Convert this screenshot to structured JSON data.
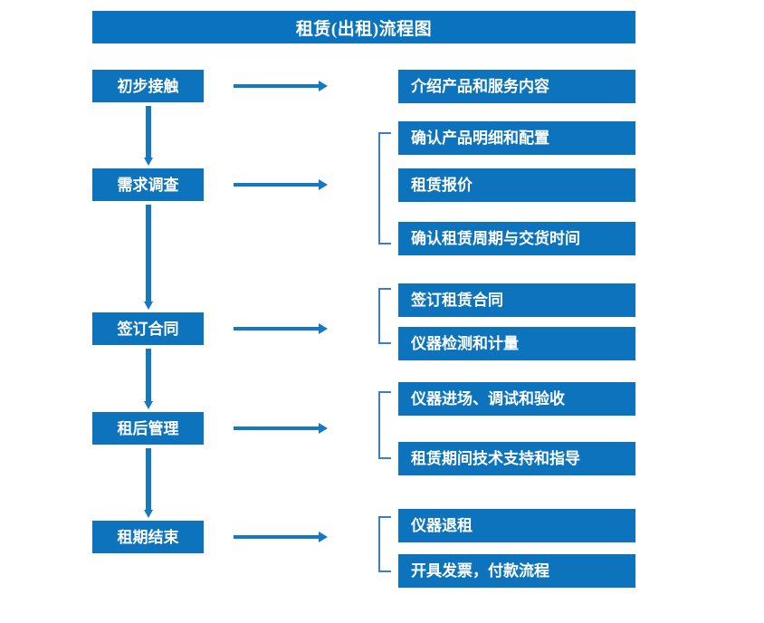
{
  "diagram": {
    "title": "租赁(出租)流程图",
    "colors": {
      "title_bar": "#0a73bf",
      "box_fill": "#0d73bd",
      "arrow": "#1578c2",
      "bracket": "#3f7fba",
      "box_text": "#ffffff",
      "background": "#ffffff"
    },
    "stages": [
      {
        "label": "初步接触"
      },
      {
        "label": "需求调查"
      },
      {
        "label": "签订合同"
      },
      {
        "label": "租后管理"
      },
      {
        "label": "租期结束"
      }
    ],
    "details": [
      {
        "label": "介绍产品和服务内容"
      },
      {
        "label": "确认产品明细和配置"
      },
      {
        "label": "租赁报价"
      },
      {
        "label": "确认租赁周期与交货时间"
      },
      {
        "label": "签订租赁合同"
      },
      {
        "label": "仪器检测和计量"
      },
      {
        "label": "仪器进场、调试和验收"
      },
      {
        "label": "租赁期间技术支持和指导"
      },
      {
        "label": "仪器退租"
      },
      {
        "label": "开具发票，付款流程"
      }
    ]
  }
}
